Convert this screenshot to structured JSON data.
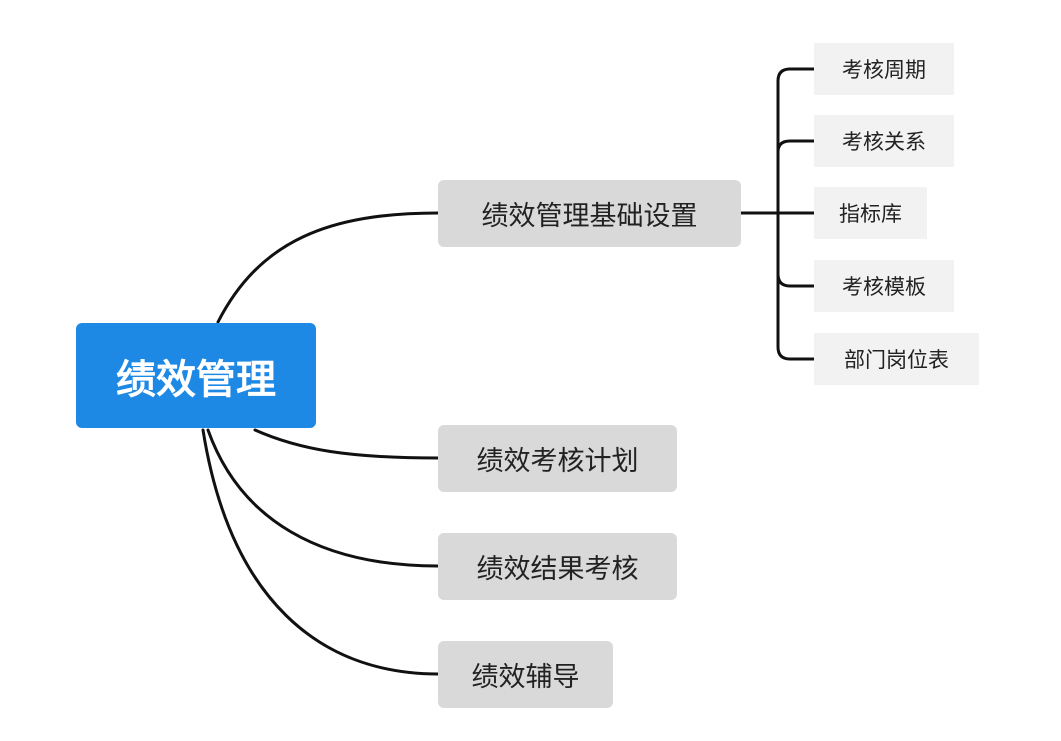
{
  "root": {
    "label": "绩效管理"
  },
  "branches": [
    {
      "label": "绩效管理基础设置",
      "children": [
        "考核周期",
        "考核关系",
        "指标库",
        "考核模板",
        "部门岗位表"
      ]
    },
    {
      "label": "绩效考核计划"
    },
    {
      "label": "绩效结果考核"
    },
    {
      "label": "绩效辅导"
    }
  ],
  "colors": {
    "root": "#1e88e5",
    "branch": "#d9d9d9",
    "leaf": "#f2f2f2",
    "line": "#111111"
  }
}
